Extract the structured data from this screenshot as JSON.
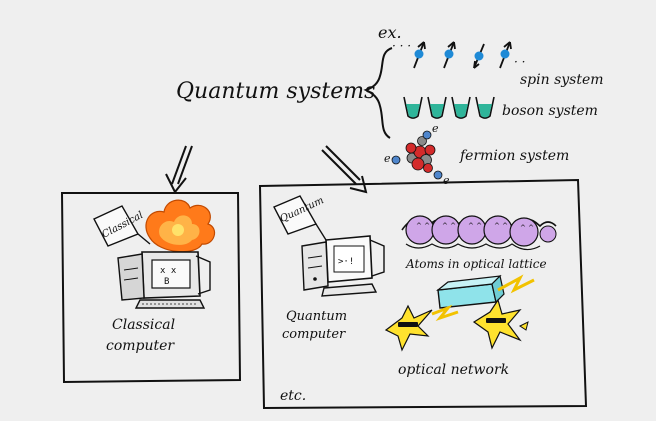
{
  "labels": {
    "ex": "ex.",
    "quantum_systems": "Quantum systems",
    "spin_system": "spin system",
    "boson_system": "boson system",
    "fermion_system": "fermion system",
    "classical_tag": "Classical",
    "quantum_tag": "Quantum",
    "classical_computer_line1": "Classical",
    "classical_computer_line2": "computer",
    "quantum_computer_line1": "Quantum",
    "quantum_computer_line2": "computer",
    "atoms_optical_lattice": "Atoms in optical lattice",
    "optical_network": "optical network",
    "etc": "etc.",
    "electron": "e"
  },
  "colors": {
    "background": "#efefef",
    "ink": "#111111",
    "spin_arrow": "#1f8ad6",
    "boson_liquid": "#2fb59a",
    "fermion_red": "#d42b2b",
    "fermion_gray": "#8a8a8a",
    "electron_blue": "#4f86cc",
    "atom_purple": "#cfa6e8",
    "explosion": "#ff7a1a",
    "optical_block": "#8fe3ea",
    "lightning": "#ffe22e"
  }
}
